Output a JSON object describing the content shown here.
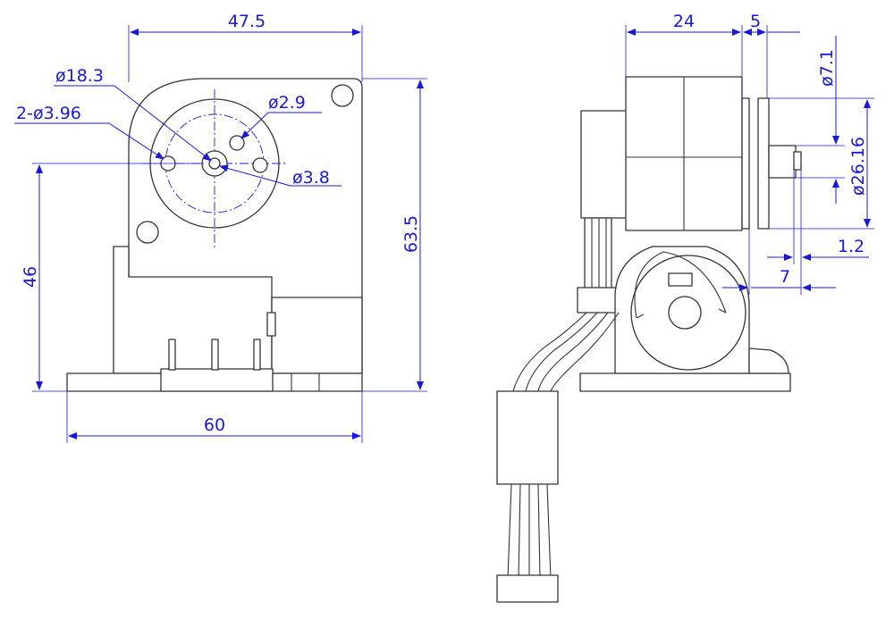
{
  "colors": {
    "dimension": "#1a1ad6",
    "outline": "#333333",
    "background": "#ffffff"
  },
  "front_view": {
    "dimensions": {
      "overall_width_top": "47.5",
      "gear_circle_diameter": "ø18.3",
      "mounting_holes": "2-ø3.96",
      "pin_hole": "ø2.9",
      "shaft_diameter": "ø3.8",
      "overall_height": "63.5",
      "shaft_height": "46",
      "base_width": "60"
    }
  },
  "side_view": {
    "dimensions": {
      "motor_depth": "24",
      "flange_offset": "5",
      "shaft_diameter": "ø7.1",
      "flange_diameter": "ø26.16",
      "shaft_step": "1.2",
      "shaft_length": "7"
    }
  }
}
